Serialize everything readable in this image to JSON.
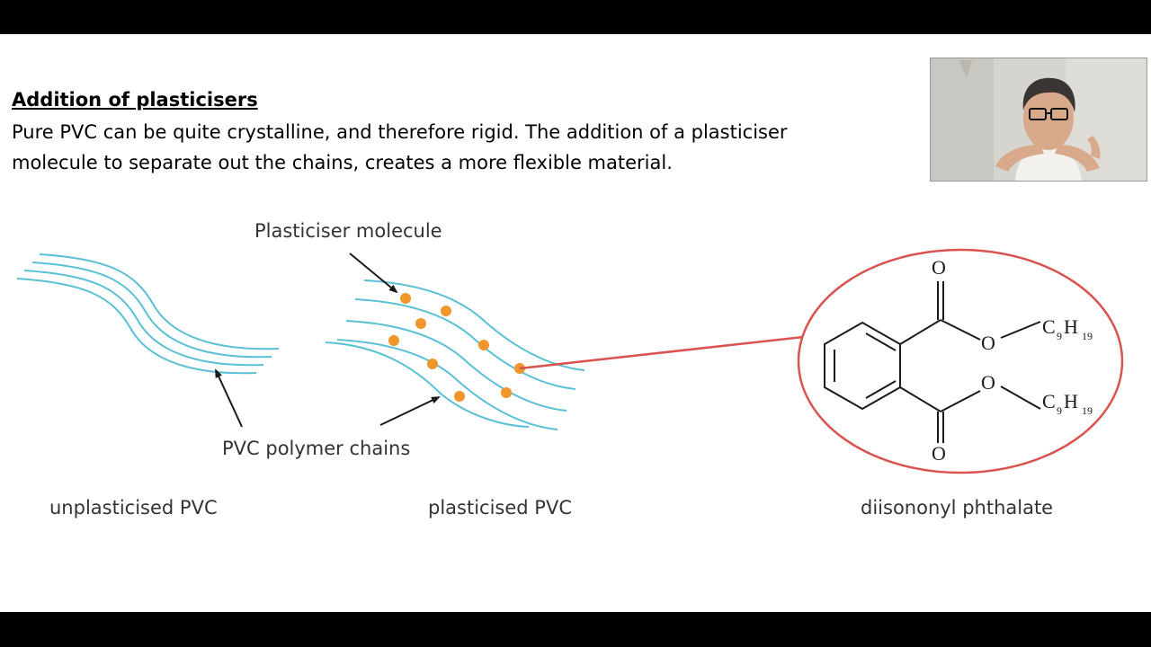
{
  "slide": {
    "heading": "Addition of plasticisers",
    "body": "Pure PVC can be quite crystalline, and therefore rigid. The addition of a plasticiser molecule to separate out the chains, creates a more flexible material."
  },
  "diagram": {
    "label_plasticiser_molecule": "Plasticiser molecule",
    "label_pvc_chains": "PVC polymer chains",
    "caption_unplasticised": "unplasticised PVC",
    "caption_plasticised": "plasticised PVC",
    "caption_molecule": "diisononyl phthalate",
    "chain_color": "#5bc0d6",
    "dot_color": "#f0962a",
    "highlight_color": "#d9534f"
  },
  "structure": {
    "atom_o": "O",
    "group_c": "C",
    "group_c_sub": "9",
    "group_h": "H",
    "group_h_sub": "19"
  },
  "webcam": {
    "description": "presenter webcam"
  }
}
